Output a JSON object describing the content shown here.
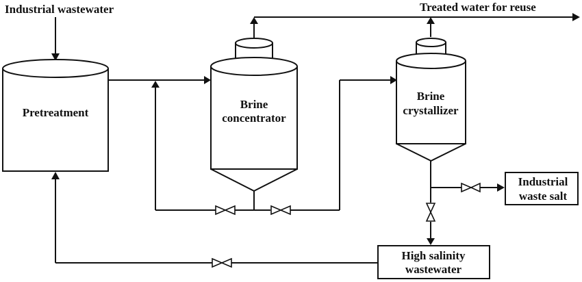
{
  "diagram": {
    "title": "Industrial wastewater zero-discharge process",
    "inputs": {
      "industrial_wastewater": "Industrial wastewater"
    },
    "outputs": {
      "treated_water": "Treated water for reuse"
    },
    "units": {
      "pretreatment": "Pretreatment",
      "brine_concentrator": [
        "Brine",
        "concentrator"
      ],
      "brine_crystallizer": [
        "Brine",
        "crystallizer"
      ],
      "industrial_waste_salt": [
        "Industrial",
        "waste salt"
      ],
      "high_salinity_wastewater": [
        "High salinity",
        "wastewater"
      ]
    },
    "flows": [
      {
        "from": "Industrial wastewater",
        "to": "Pretreatment"
      },
      {
        "from": "Pretreatment",
        "to": "Brine concentrator"
      },
      {
        "from": "Brine concentrator",
        "to": "Treated water for reuse"
      },
      {
        "from": "Brine concentrator",
        "to": "Brine crystallizer",
        "valve": true
      },
      {
        "from": "Brine concentrator",
        "to": "Brine concentrator (recycle)",
        "valve": true
      },
      {
        "from": "Brine crystallizer",
        "to": "Treated water for reuse"
      },
      {
        "from": "Brine crystallizer",
        "to": "Industrial waste salt",
        "valve": true
      },
      {
        "from": "Brine crystallizer",
        "to": "High salinity wastewater",
        "valve": true
      },
      {
        "from": "High salinity wastewater",
        "to": "Pretreatment",
        "valve": true
      }
    ]
  }
}
